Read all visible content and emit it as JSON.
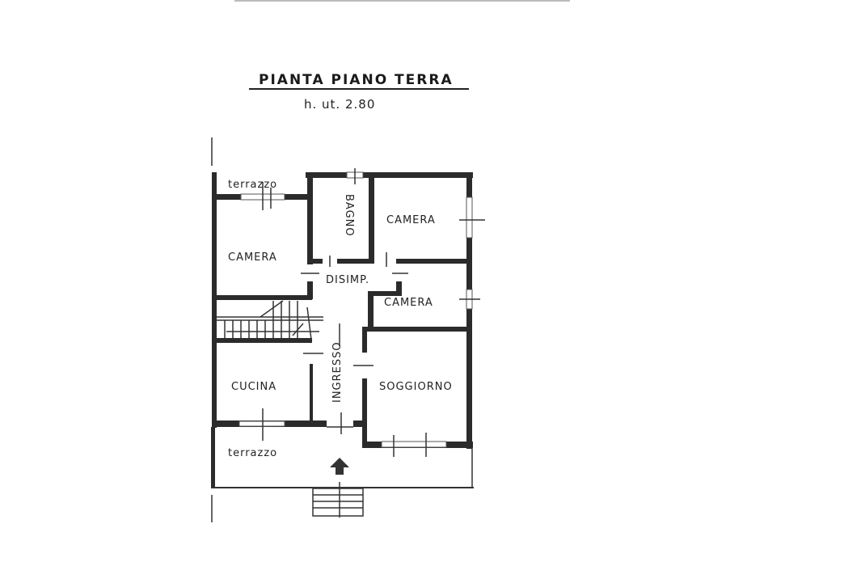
{
  "title": "PIANTA PIANO TERRA",
  "subtitle": "h. ut. 2.80",
  "rooms": {
    "terrazzo_top": "terrazzo",
    "camera_left": "CAMERA",
    "bagno": "BAGNO",
    "camera_top_right": "CAMERA",
    "disimpegno": "DISIMP.",
    "camera_mid_right": "CAMERA",
    "ingresso": "INGRESSO",
    "cucina": "CUCINA",
    "soggiorno": "SOGGIORNO",
    "terrazzo_bottom": "terrazzo"
  },
  "colors": {
    "wall": "#2b2b2b",
    "background": "#ffffff"
  }
}
